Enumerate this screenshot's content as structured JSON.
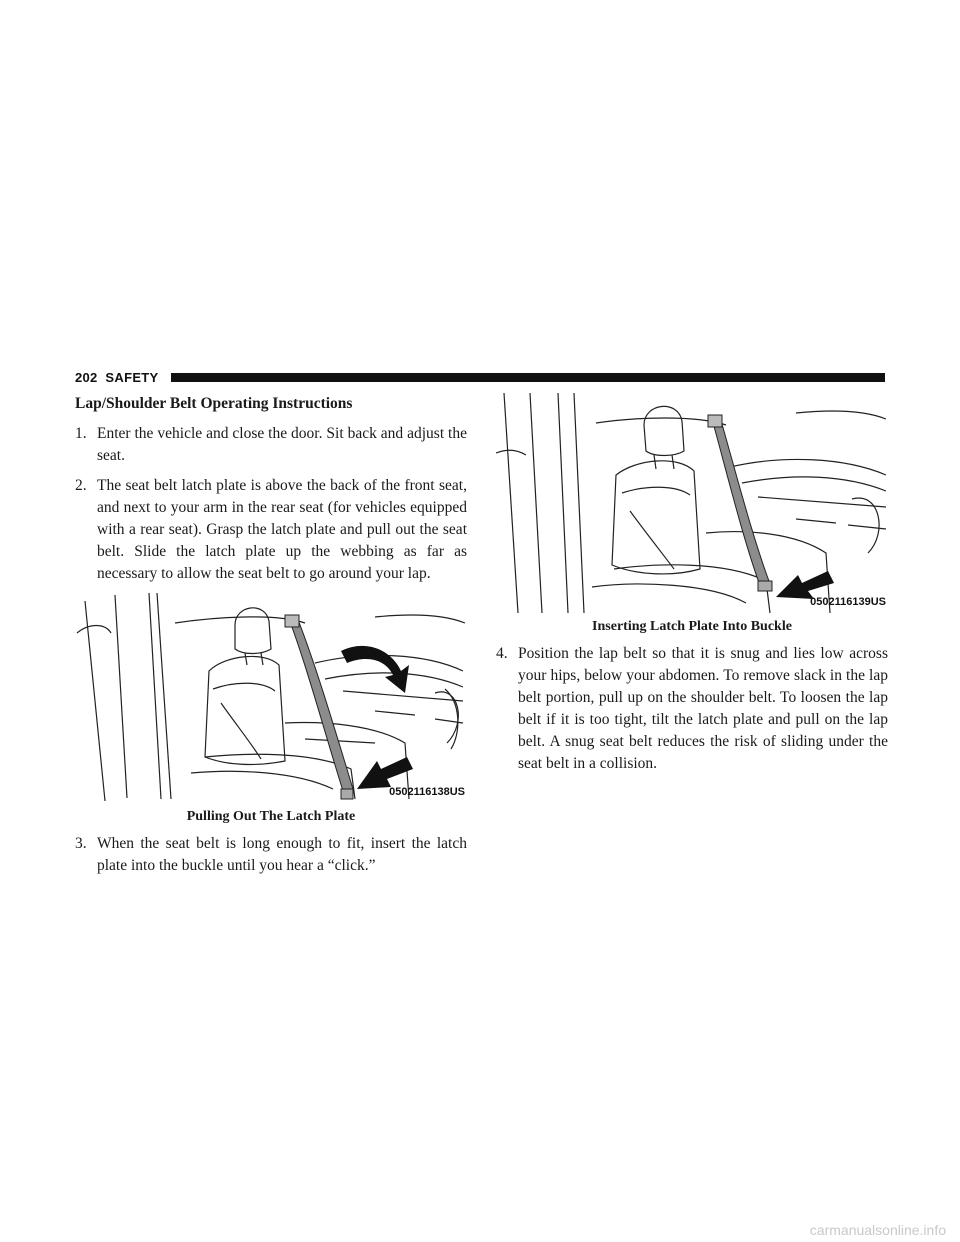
{
  "header": {
    "page_number": "202",
    "section": "SAFETY"
  },
  "section_title": "Lap/Shoulder Belt Operating Instructions",
  "steps": [
    {
      "num": "1.",
      "text": "Enter the vehicle and close the door. Sit back and adjust the seat."
    },
    {
      "num": "2.",
      "text": "The seat belt latch plate is above the back of the front seat, and next to your arm in the rear seat (for vehicles equipped with a rear seat). Grasp the latch plate and pull out the seat belt. Slide the latch plate up the webbing as far as necessary to allow the seat belt to go around your lap."
    },
    {
      "num": "3.",
      "text": "When the seat belt is long enough to fit, insert the latch plate into the buckle until you hear a “click.”"
    },
    {
      "num": "4.",
      "text": "Position the lap belt so that it is snug and lies low across your hips, below your abdomen. To remove slack in the lap belt portion, pull up on the shoulder belt. To loosen the lap belt if it is too tight, tilt the latch plate and pull on the lap belt. A snug seat belt reduces the risk of sliding under the seat belt in a collision."
    }
  ],
  "figures": [
    {
      "id": "0502116138US",
      "caption": "Pulling Out The Latch Plate"
    },
    {
      "id": "0502116139US",
      "caption": "Inserting Latch Plate Into Buckle"
    }
  ],
  "watermark": "carmanualsonline.info"
}
